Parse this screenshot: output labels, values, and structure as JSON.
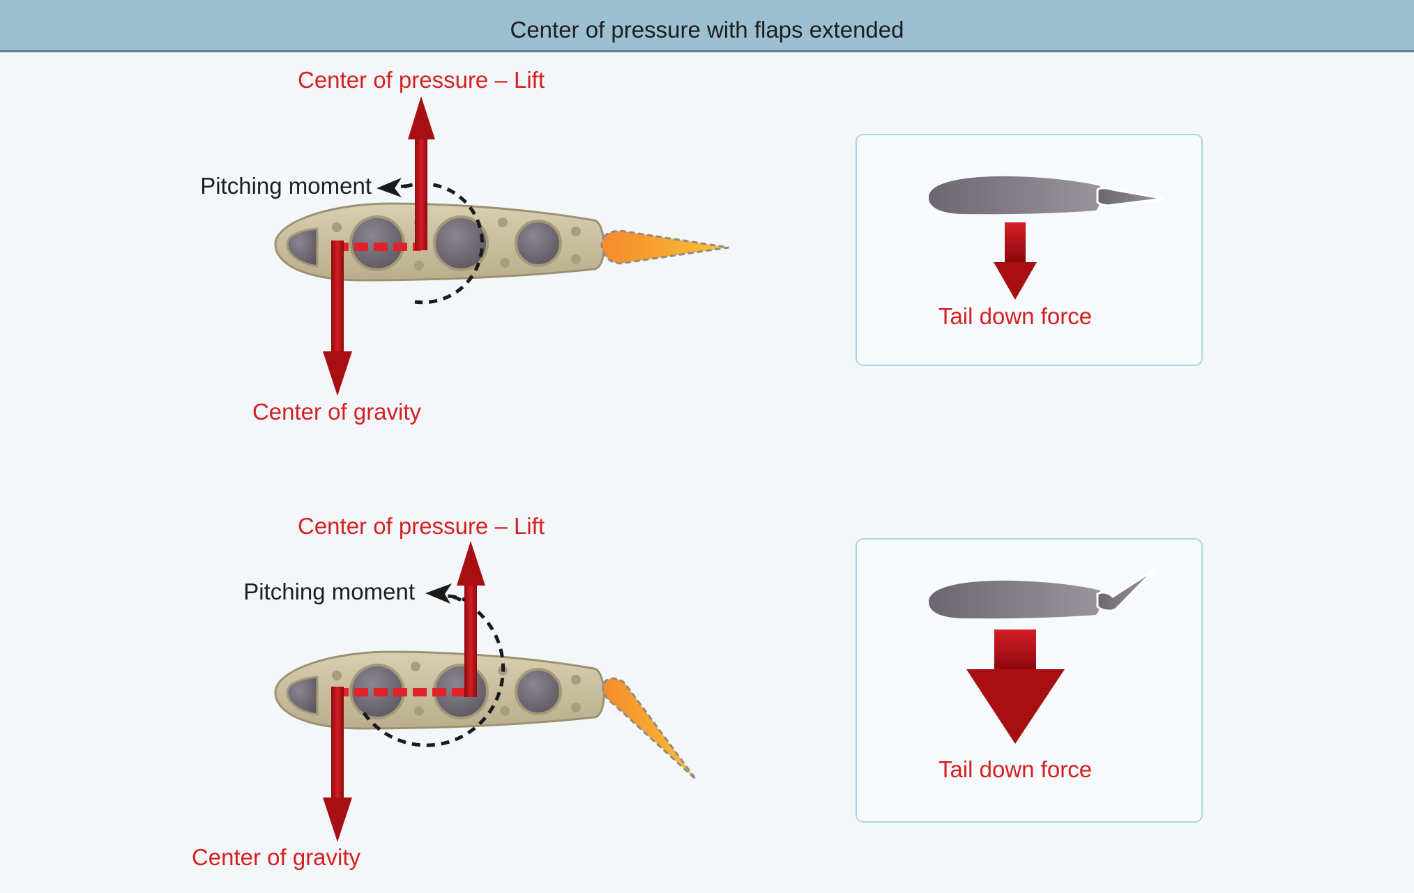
{
  "title": "Center of pressure with flaps extended",
  "panels": [
    {
      "lift_label": "Center of pressure – Lift",
      "moment_label": "Pitching moment",
      "gravity_label": "Center of gravity",
      "tail_label": "Tail down force",
      "flap_state": "retracted"
    },
    {
      "lift_label": "Center of pressure – Lift",
      "moment_label": "Pitching moment",
      "gravity_label": "Center of gravity",
      "tail_label": "Tail down force",
      "flap_state": "extended"
    }
  ],
  "colors": {
    "header": "#9cbfd2",
    "label_red": "#d42020",
    "arrow_dark_red": "#8e0a0c",
    "arrow_red": "#d41e26",
    "wing_body": "#cdc3a3",
    "wing_hole": "#6e6874",
    "flap": "#f4a02b",
    "tail_airfoil": "#7b757c"
  }
}
